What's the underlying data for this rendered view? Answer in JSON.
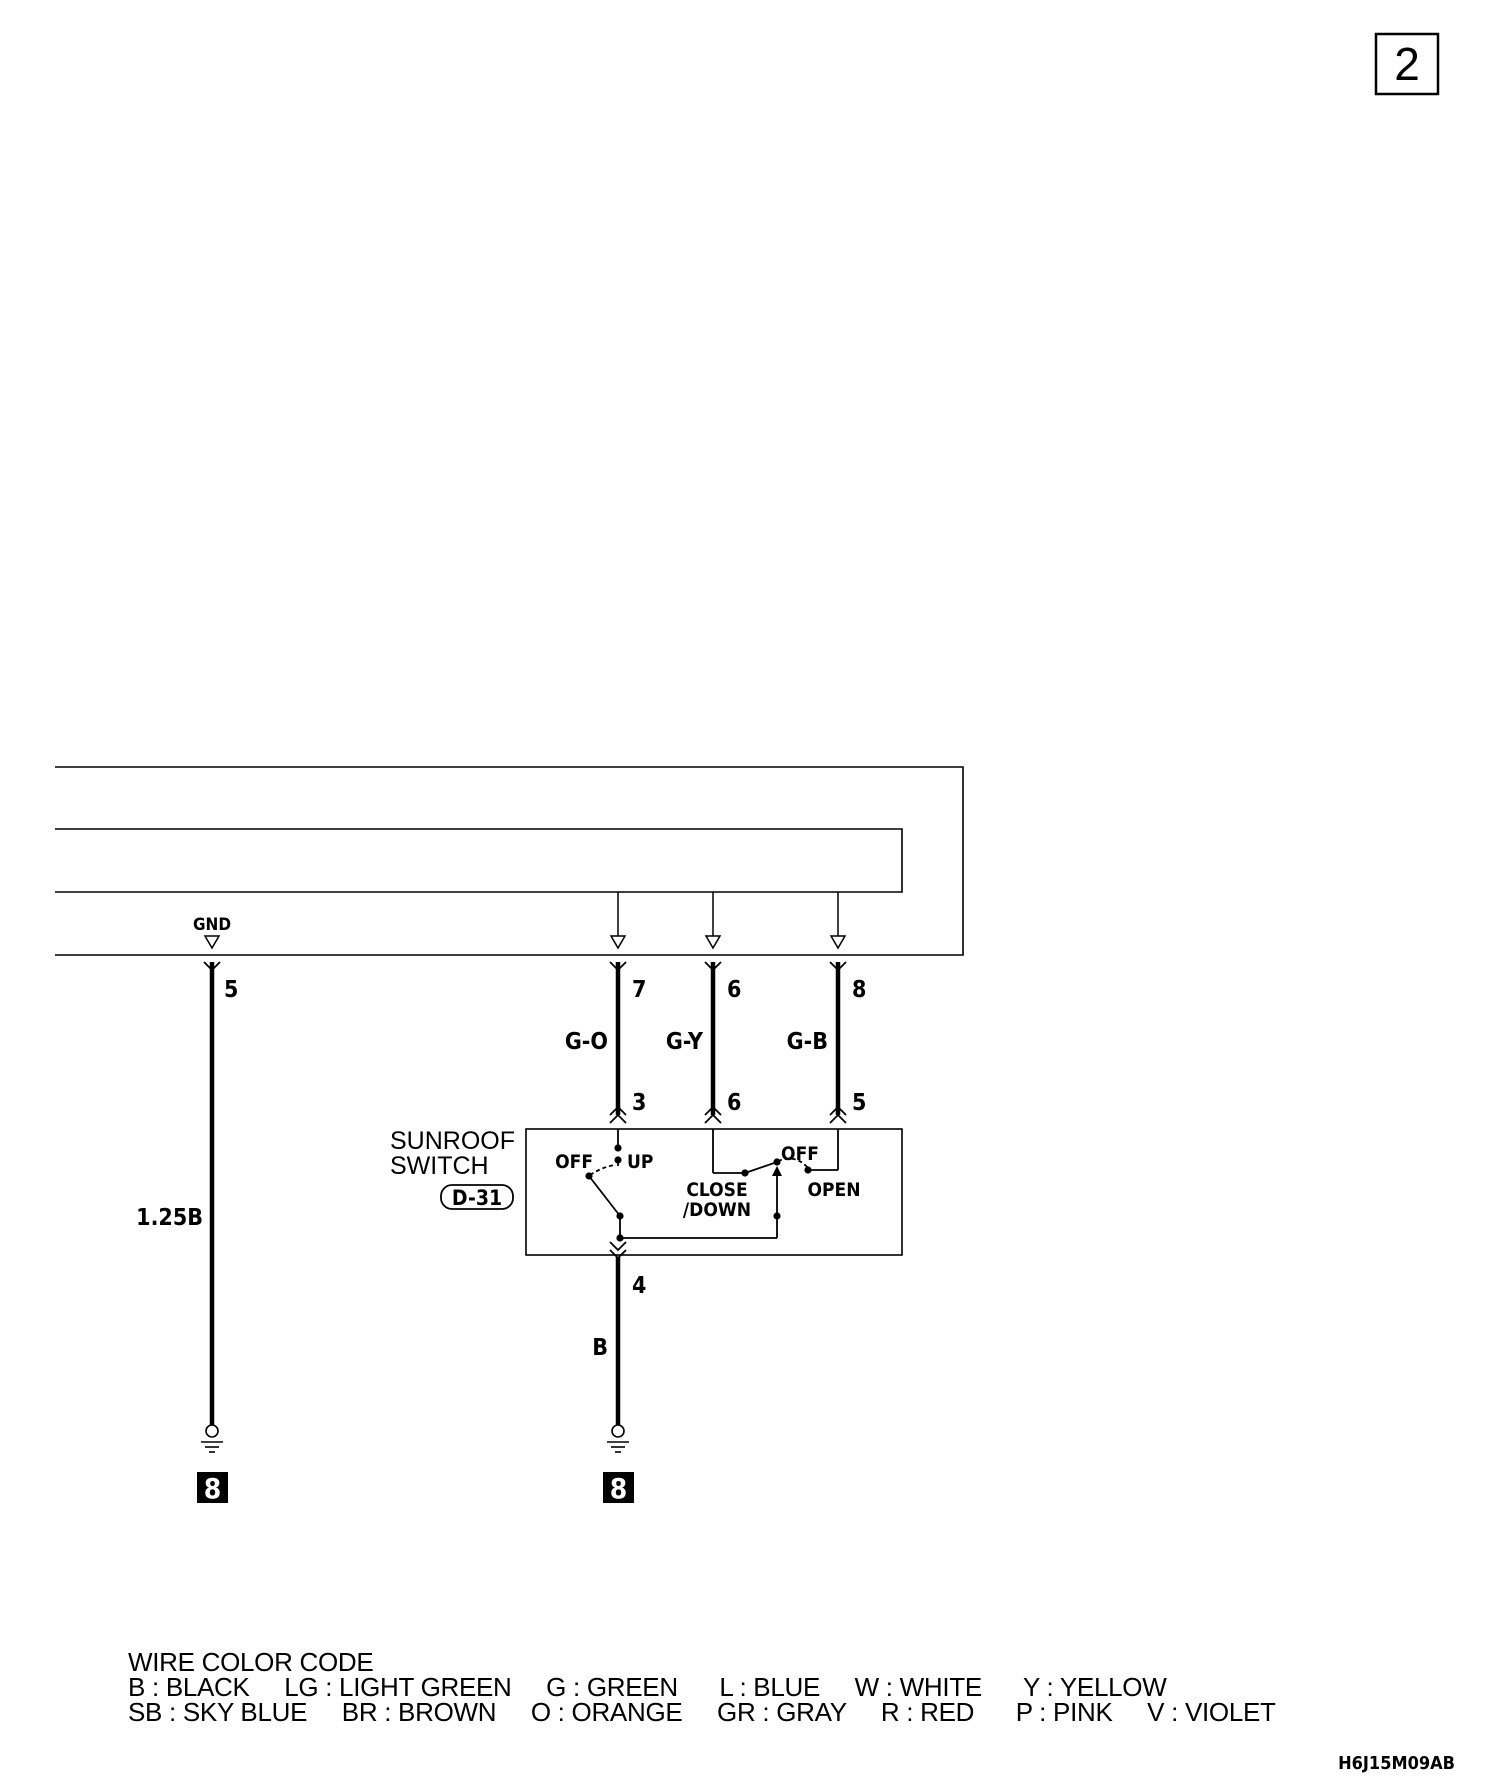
{
  "page_box": "2",
  "unit": {
    "gnd_label": "GND"
  },
  "wires": [
    {
      "id": "ground",
      "top_pin": "5",
      "color": "1.25B",
      "ground_code": "8"
    },
    {
      "id": "up",
      "top_pin": "7",
      "color": "G-O",
      "bottom_pin": "3"
    },
    {
      "id": "close",
      "top_pin": "6",
      "color": "G-Y",
      "bottom_pin": "6"
    },
    {
      "id": "open",
      "top_pin": "8",
      "color": "G-B",
      "bottom_pin": "5"
    },
    {
      "id": "switch_ground",
      "top_pin": "4",
      "color": "B",
      "ground_code": "8"
    }
  ],
  "switch": {
    "name_line1": "SUNROOF",
    "name_line2": "SWITCH",
    "connector": "D-31",
    "left_off": "OFF",
    "up": "UP",
    "right_off": "OFF",
    "close_line1": "CLOSE",
    "close_line2": "/DOWN",
    "open": "OPEN"
  },
  "legend": {
    "title": "WIRE COLOR CODE",
    "line1": "B : BLACK     LG : LIGHT GREEN     G : GREEN      L : BLUE     W : WHITE      Y : YELLOW",
    "line2": "SB : SKY BLUE     BR : BROWN     O : ORANGE     GR : GRAY     R : RED      P : PINK     V : VIOLET"
  },
  "figure_code": "H6J15M09AB"
}
